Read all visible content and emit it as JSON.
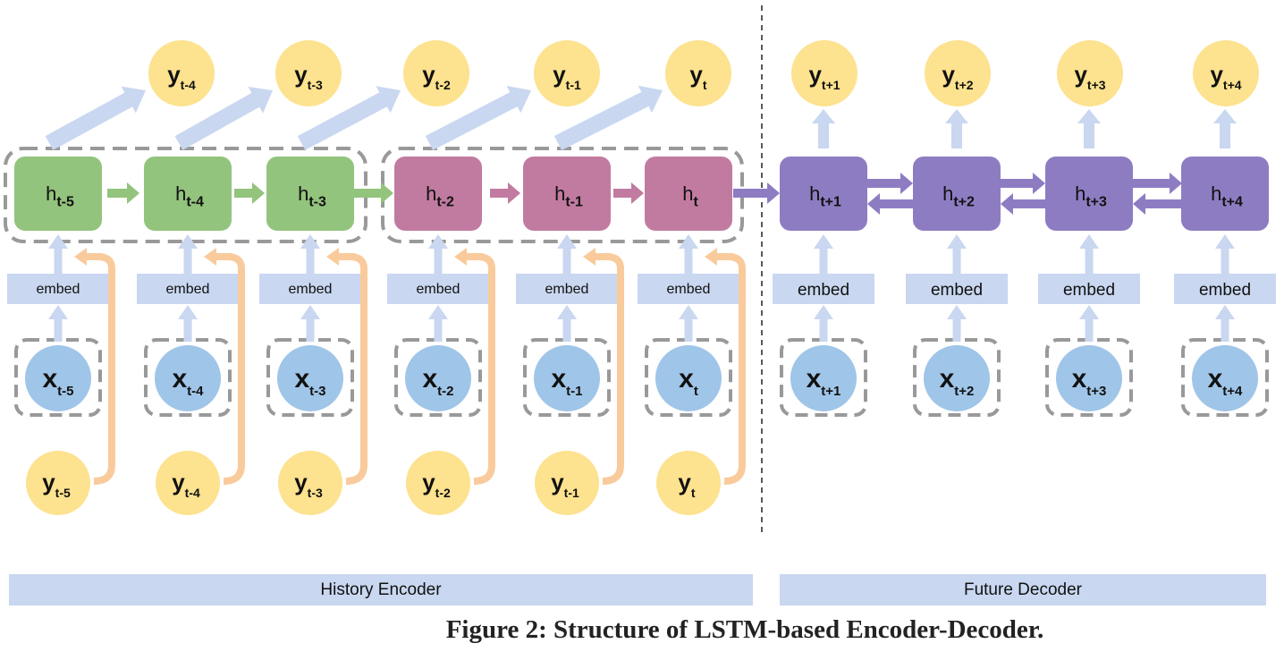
{
  "caption": "Figure 2: Structure of LSTM-based Encoder-Decoder.",
  "sections": {
    "history_label": "History Encoder",
    "future_label": "Future Decoder"
  },
  "embed_label": "embed",
  "colors": {
    "output_node": "#fde28f",
    "input_node": "#9fc5e8",
    "hidden_green": "#93c47d",
    "hidden_pink": "#c27ba0",
    "hidden_purple": "#8e7cc3",
    "embed_box": "#c9d7f0",
    "arrow_blue": "#c9d7f0",
    "arrow_orange": "#f9cb9c",
    "dash_gray": "#999999"
  },
  "history_steps": [
    {
      "h": [
        "h",
        "t-5"
      ],
      "x": [
        "x",
        "t-5"
      ],
      "y_out": [
        "y",
        "t-4"
      ],
      "y_in": [
        "y",
        "t-5"
      ],
      "group": "green"
    },
    {
      "h": [
        "h",
        "t-4"
      ],
      "x": [
        "x",
        "t-4"
      ],
      "y_out": [
        "y",
        "t-3"
      ],
      "y_in": [
        "y",
        "t-4"
      ],
      "group": "green"
    },
    {
      "h": [
        "h",
        "t-3"
      ],
      "x": [
        "x",
        "t-3"
      ],
      "y_out": [
        "y",
        "t-2"
      ],
      "y_in": [
        "y",
        "t-3"
      ],
      "group": "green"
    },
    {
      "h": [
        "h",
        "t-2"
      ],
      "x": [
        "x",
        "t-2"
      ],
      "y_out": [
        "y",
        "t-1"
      ],
      "y_in": [
        "y",
        "t-2"
      ],
      "group": "pink"
    },
    {
      "h": [
        "h",
        "t-1"
      ],
      "x": [
        "x",
        "t-1"
      ],
      "y_out": [
        "y",
        "t"
      ],
      "y_in": [
        "y",
        "t-1"
      ],
      "group": "pink"
    },
    {
      "h": [
        "h",
        "t"
      ],
      "x": [
        "x",
        "t"
      ],
      "y_out": null,
      "y_in": [
        "y",
        "t"
      ],
      "group": "pink"
    }
  ],
  "future_steps": [
    {
      "h": [
        "h",
        "t+1"
      ],
      "x": [
        "x",
        "t+1"
      ],
      "y_out": [
        "y",
        "t+1"
      ]
    },
    {
      "h": [
        "h",
        "t+2"
      ],
      "x": [
        "x",
        "t+2"
      ],
      "y_out": [
        "y",
        "t+2"
      ]
    },
    {
      "h": [
        "h",
        "t+3"
      ],
      "x": [
        "x",
        "t+3"
      ],
      "y_out": [
        "y",
        "t+3"
      ]
    },
    {
      "h": [
        "h",
        "t+4"
      ],
      "x": [
        "x",
        "t+4"
      ],
      "y_out": [
        "y",
        "t+4"
      ]
    }
  ]
}
